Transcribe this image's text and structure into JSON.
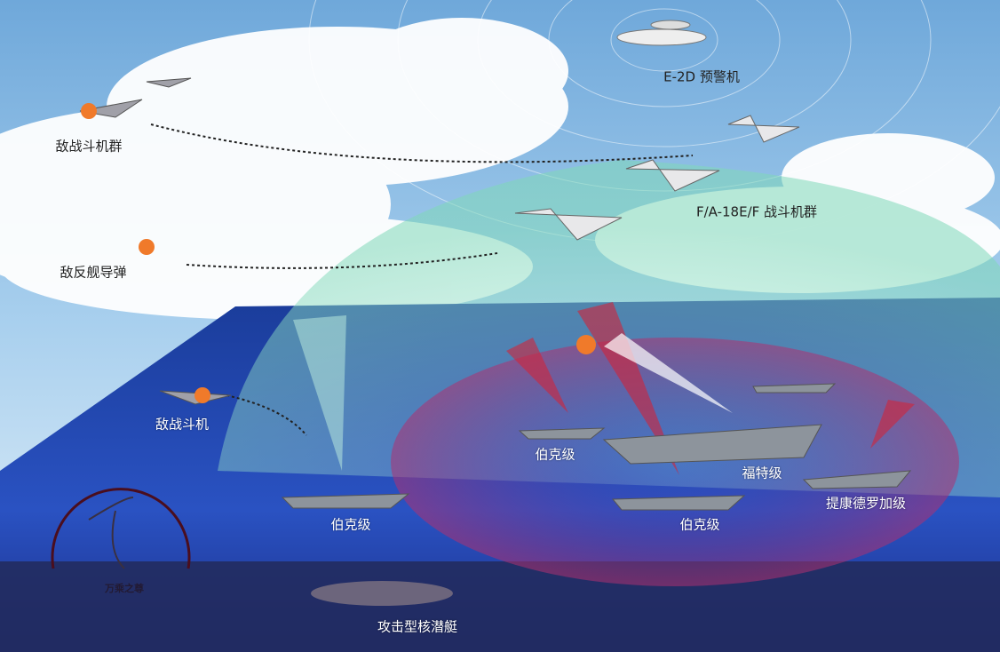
{
  "labels": {
    "e2d": "E-2D 预警机",
    "enemy_fighters": "敌战斗机群",
    "fa18": "F/A-18E/F 战斗机群",
    "enemy_missile": "敌反舰导弹",
    "enemy_fighter": "敌战斗机",
    "burke_center": "伯克级",
    "ford": "福特级",
    "burke_left": "伯克级",
    "burke_right": "伯克级",
    "ticonderoga": "提康德罗加级",
    "submarine": "攻击型核潜艇"
  },
  "logo": {
    "text": "万乘之尊"
  },
  "colors": {
    "sky": "#7fb6e0",
    "sea": "#1e3fa8",
    "deep": "#222a5a",
    "radar_red": "#d0243a",
    "dome_green": "#9fe0c8"
  }
}
